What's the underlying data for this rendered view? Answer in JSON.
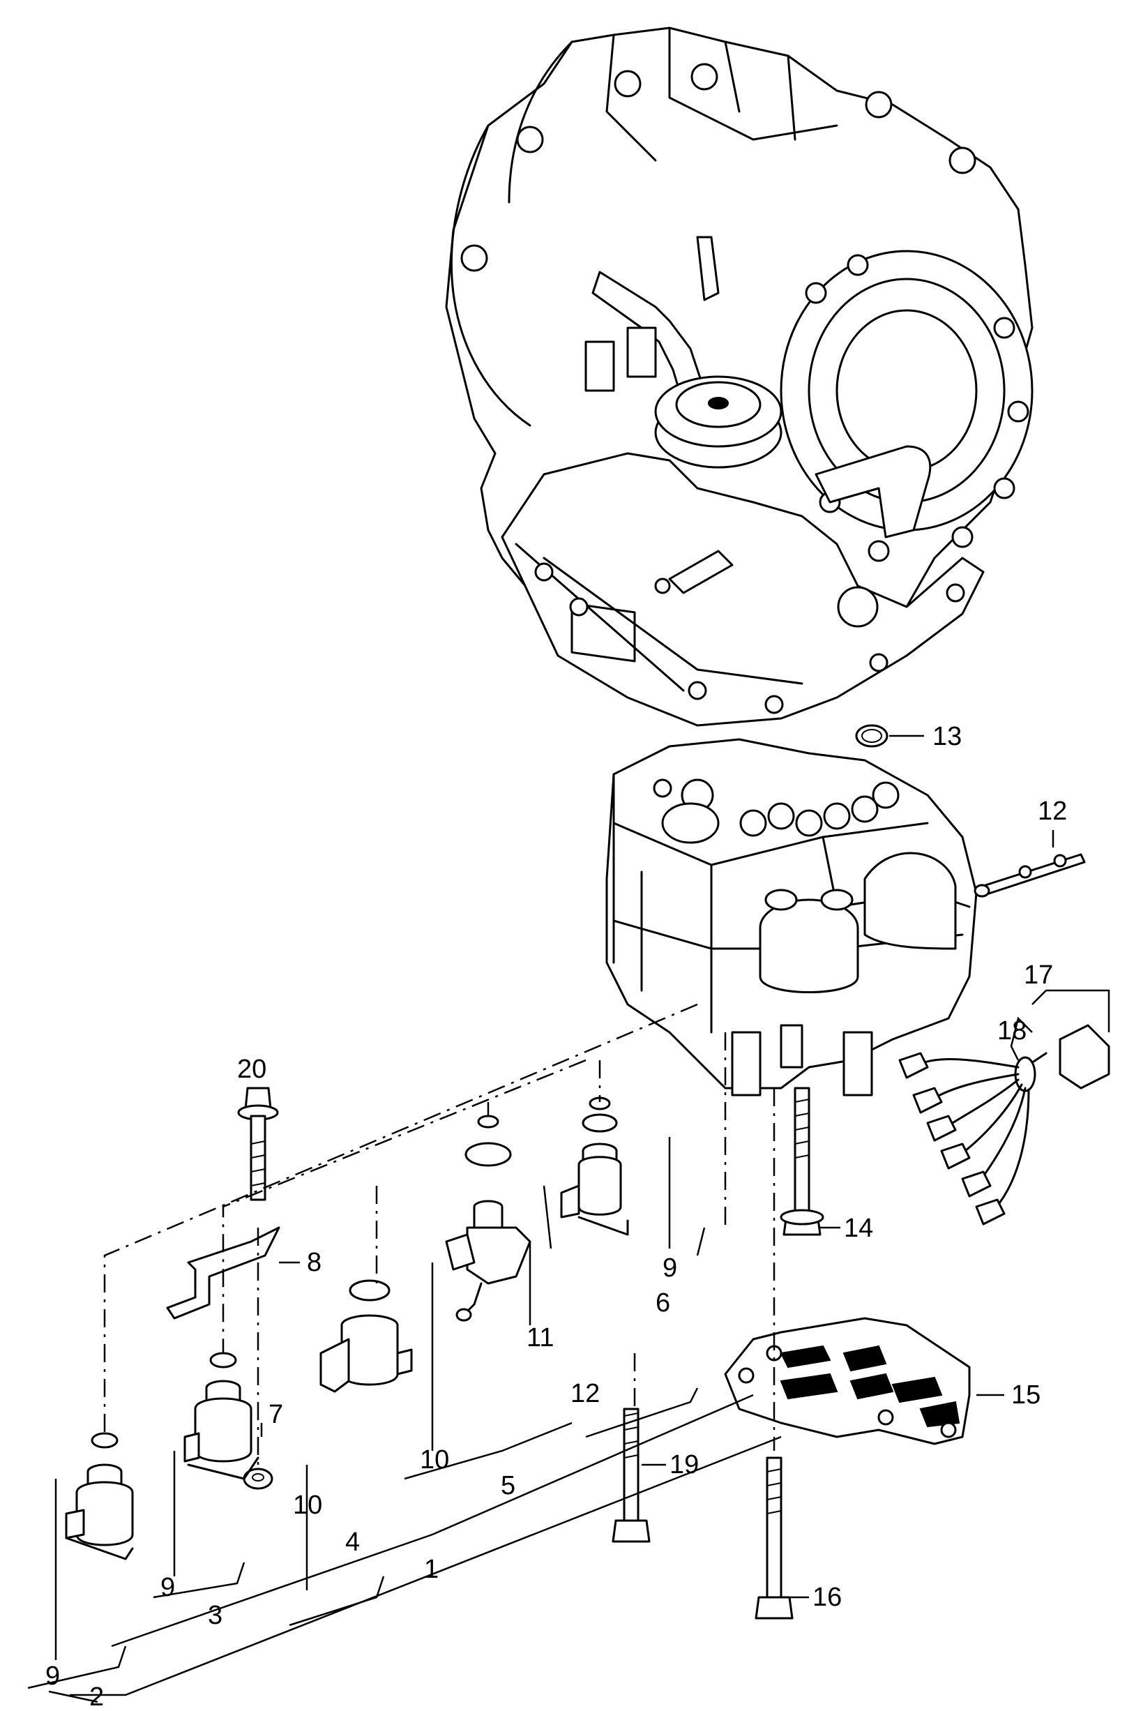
{
  "diagram": {
    "callouts": {
      "c1": "1",
      "c2": "2",
      "c3": "3",
      "c4": "4",
      "c5": "5",
      "c6": "6",
      "c7": "7",
      "c8": "8",
      "c9a": "9",
      "c9b": "9",
      "c9c": "9",
      "c10a": "10",
      "c10b": "10",
      "c11": "11",
      "c12a": "12",
      "c12b": "12",
      "c13": "13",
      "c14": "14",
      "c15": "15",
      "c16": "16",
      "c17": "17",
      "c18": "18",
      "c19": "19",
      "c20": "20"
    }
  }
}
